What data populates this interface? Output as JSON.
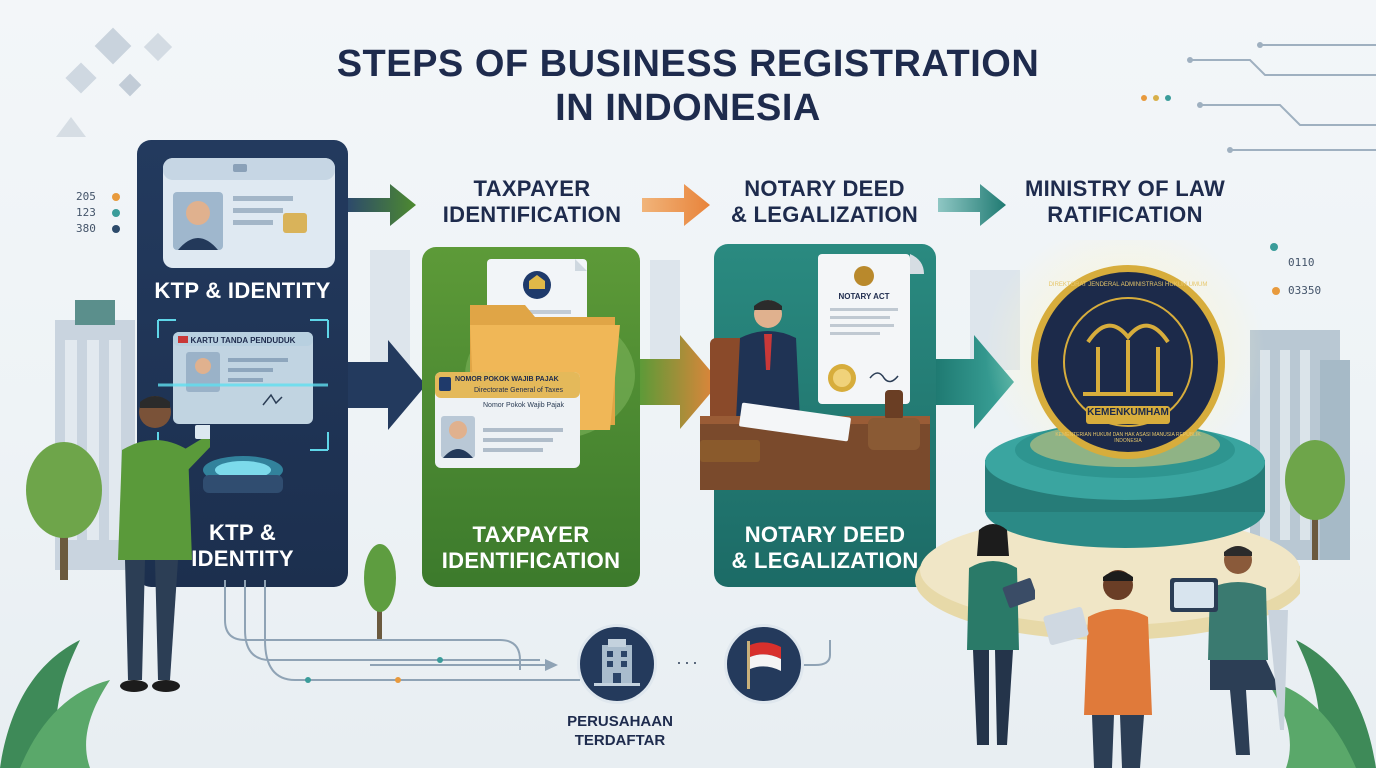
{
  "title": {
    "line1": "STEPS OF BUSINESS REGISTRATION",
    "line2": "IN INDONESIA"
  },
  "steps": [
    {
      "top_label": "KTP & IDENTITY",
      "bottom_label_1": "KTP &",
      "bottom_label_2": "IDENTITY",
      "card_header": "KARTU TANDA PENDUDUK",
      "color": "#1f3354"
    },
    {
      "top_label_1": "TAXPAYER",
      "top_label_2": "IDENTIFICATION",
      "bottom_label_1": "TAXPAYER",
      "bottom_label_2": "IDENTIFICATION",
      "card_header_1": "NOMOR POKOK WAJIB PAJAK",
      "card_header_2": "Directorate General of Taxes",
      "card_line": "Nomor Pokok Wajib Pajak",
      "color": "#4d8a2f"
    },
    {
      "top_label_1": "NOTARY DEED",
      "top_label_2": "& LEGALIZATION",
      "bottom_label_1": "NOTARY DEED",
      "bottom_label_2": "& LEGALIZATION",
      "doc_title": "NOTARY ACT",
      "color": "#1f7a72"
    },
    {
      "top_label_1": "MINISTRY OF LAW",
      "top_label_2": "RATIFICATION",
      "seal_center": "KEMENKUMHAM",
      "seal_ring_top": "DIREKTORAT JENDERAL ADMINISTRASI HUKUM UMUM",
      "seal_ring_bottom": "KEMENTERIAN HUKUM DAN HAK ASASI MANUSIA REPUBLIK INDONESIA",
      "color": "#1a5c5c"
    }
  ],
  "bottom_caption_1": "PERUSAHAAN",
  "bottom_caption_2": "TERDAFTAR",
  "left_numbers": [
    "205",
    "123",
    "380"
  ],
  "right_numbers": [
    "0110",
    "03350"
  ],
  "colors": {
    "navy": "#1f3354",
    "green": "#4d8a2f",
    "teal": "#1f7a72",
    "orange": "#e8833a",
    "gold": "#d7ad3c"
  }
}
